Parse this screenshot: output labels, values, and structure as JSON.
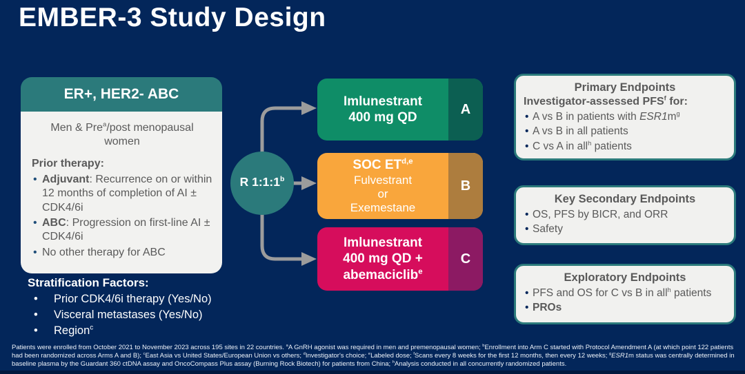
{
  "title": "EMBER-3 Study Design",
  "population": {
    "header": "ER+, HER2- ABC",
    "subtitle": "Men & Pre^{a}/post menopausal women",
    "prior_therapy_label": "**Prior therapy**:",
    "bullets": [
      "**Adjuvant**: Recurrence on or within 12 months of completion of AI ± CDK4/6i",
      "**ABC**: Progression on first-line AI ± CDK4/6i",
      "No other therapy for ABC"
    ]
  },
  "stratification": {
    "label": "**Stratification Factors:**",
    "items": [
      "Prior CDK4/6i therapy (Yes/No)",
      "Visceral metastases (Yes/No)",
      "Region^{c}"
    ]
  },
  "randomization": {
    "label": "R 1:1:1^{b}"
  },
  "arms": [
    {
      "letter": "A",
      "color": "#0F8D67",
      "tab_color": "#0C5F52",
      "lines": [
        "**Imlunestrant**",
        "**400 mg QD**"
      ]
    },
    {
      "letter": "B",
      "color": "#F9A63C",
      "tab_color": "#AD7D3E",
      "title": "**SOC ET^{d,e}**",
      "lines": [
        "Fulvestrant",
        "or",
        "Exemestane"
      ]
    },
    {
      "letter": "C",
      "color": "#D60D5C",
      "tab_color": "#8C1A63",
      "lines": [
        "**Imlunestrant**",
        "**400 mg QD +**",
        "**abemaciclib^{e}**"
      ]
    }
  ],
  "endpoints": [
    {
      "title": "Primary Endpoints",
      "subtitle": "**Investigator-assessed PFS^{f} for:**",
      "bullets": [
        "A vs B in patients with *ESR1*m^{g}",
        "A vs B in all patients",
        "C vs A in all^{h} patients"
      ]
    },
    {
      "title": "Key Secondary Endpoints",
      "bullets": [
        "OS, PFS by BICR, and ORR",
        "Safety"
      ]
    },
    {
      "title": "Exploratory Endpoints",
      "bullets": [
        "PFS and OS for C vs B in all^{h} patients",
        "**PROs**"
      ]
    }
  ],
  "footnote": "Patients were enrolled from October 2021 to November 2023 across 195 sites in 22 countries. ^{a}A GnRH agonist was required in men and premenopausal women; ^{b}Enrollment into Arm C started with Protocol Amendment A (at which point 122 patients had been randomized across Arms A and B); ^{c}East Asia vs United States/European Union vs others; ^{d}Investigator's choice; ^{e}Labeled dose; ^{f}Scans every 8 weeks for the first 12 months, then every 12 weeks; ^{g}*ESR1*m status was centrally determined in baseline plasma by the Guardant 360 ctDNA assay and OncoCompass Plus assay (Burning Rock Biotech) for patients from China; ^{h}Analysis conducted in all concurrently randomized patients.",
  "colors": {
    "background": "#03265A",
    "teal": "#2B7A7B",
    "connector_gray": "#9C9C9C",
    "panel_bg": "#F1F1EF",
    "body_text_gray": "#595959",
    "bullet_navy": "#1F4E79",
    "arm_a_green": "#0F8D67",
    "arm_b_orange": "#F9A63C",
    "arm_c_magenta": "#D60D5C"
  }
}
